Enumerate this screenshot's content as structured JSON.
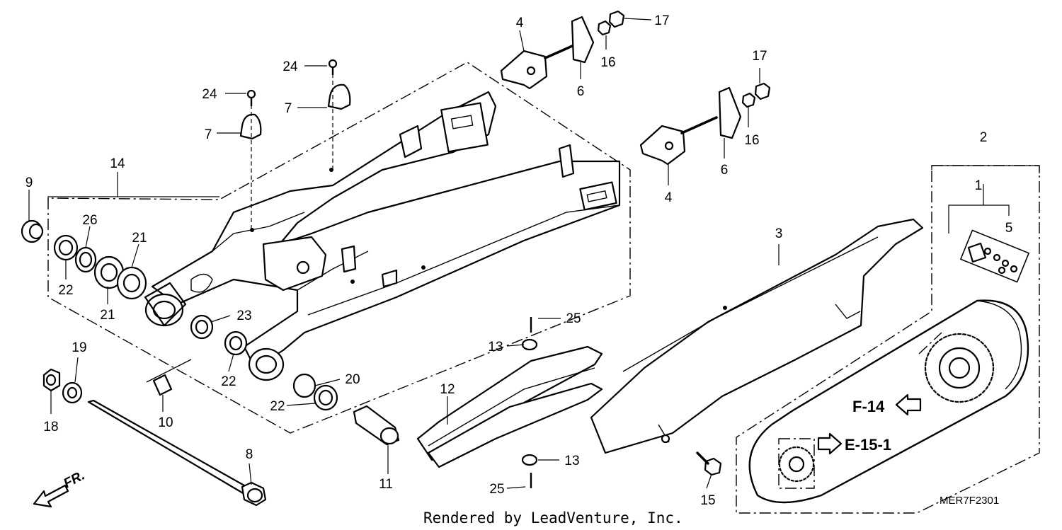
{
  "diagram": {
    "callouts": [
      "1",
      "2",
      "3",
      "4",
      "4",
      "5",
      "6",
      "6",
      "7",
      "7",
      "8",
      "9",
      "10",
      "11",
      "12",
      "13",
      "13",
      "14",
      "15",
      "16",
      "16",
      "17",
      "17",
      "18",
      "19",
      "20",
      "21",
      "21",
      "22",
      "22",
      "22",
      "23",
      "24",
      "24",
      "25",
      "25",
      "26"
    ],
    "references": [
      "F-14",
      "E-15-1"
    ],
    "direction_label": "FR.",
    "drawing_code": "MER7F2301",
    "credit": "Rendered by LeadVenture, Inc."
  }
}
